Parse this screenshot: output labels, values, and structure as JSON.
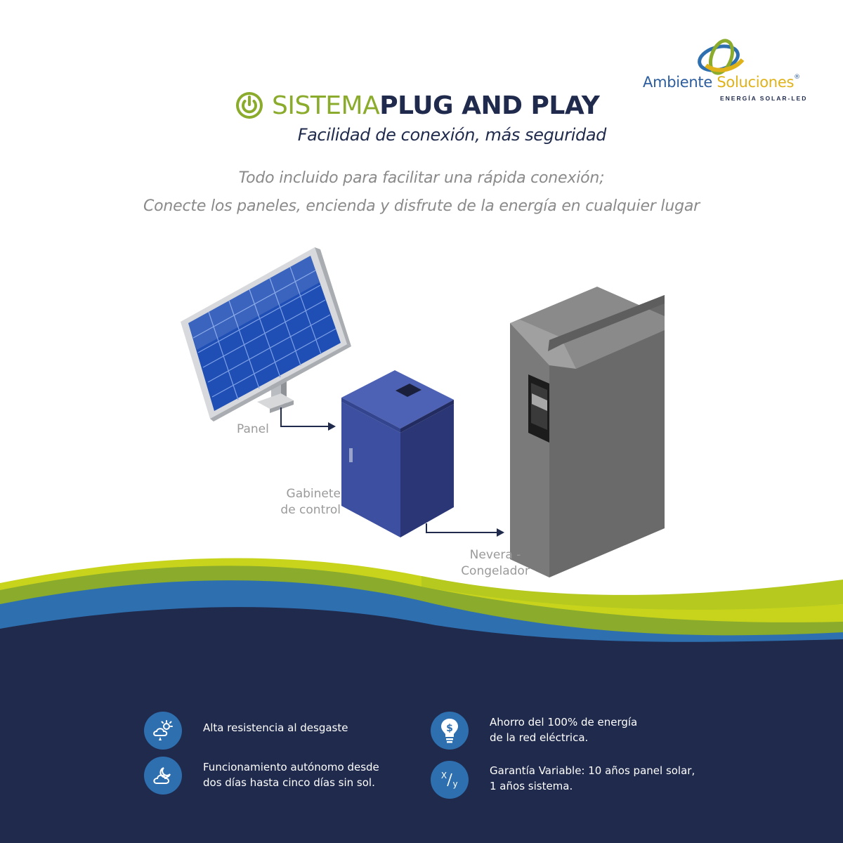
{
  "brand": {
    "name_part1": "Ambiente ",
    "name_part2": "Soluciones",
    "registered": "®",
    "tagline": "ENERGÍA SOLAR-LED",
    "colors": {
      "navy": "#1f2a4c",
      "green": "#8aab2b",
      "blue": "#2e6fb0",
      "yellow": "#e0b21a"
    }
  },
  "header": {
    "icon": "power-icon",
    "title_light": "SISTEMA",
    "title_bold": "PLUG AND PLAY",
    "subtitle": "Facilidad de conexión, más seguridad"
  },
  "description": {
    "line1": "Todo incluido para facilitar una rápida conexión;",
    "line2": "Conecte los paneles, encienda y disfrute de la energía en cualquier lugar"
  },
  "diagram": {
    "panel_label": "Panel",
    "cabinet_label_1": "Gabinete",
    "cabinet_label_2": "de control",
    "fridge_label_1": "Nevera -",
    "fridge_label_2": "Congelador"
  },
  "features": [
    {
      "icon": "weather-sun-cloud-icon",
      "line1": "Alta resistencia al desgaste",
      "line2": ""
    },
    {
      "icon": "cloud-moon-icon",
      "line1": "Funcionamiento autónomo desde",
      "line2": "dos días hasta cinco días sin sol."
    },
    {
      "icon": "lightbulb-dollar-icon",
      "line1": "Ahorro del 100% de energía",
      "line2": "de la red eléctrica."
    },
    {
      "icon": "fraction-xy-icon",
      "line1": "Garantía Variable: 10 años panel solar,",
      "line2": "1 años sistema."
    }
  ]
}
